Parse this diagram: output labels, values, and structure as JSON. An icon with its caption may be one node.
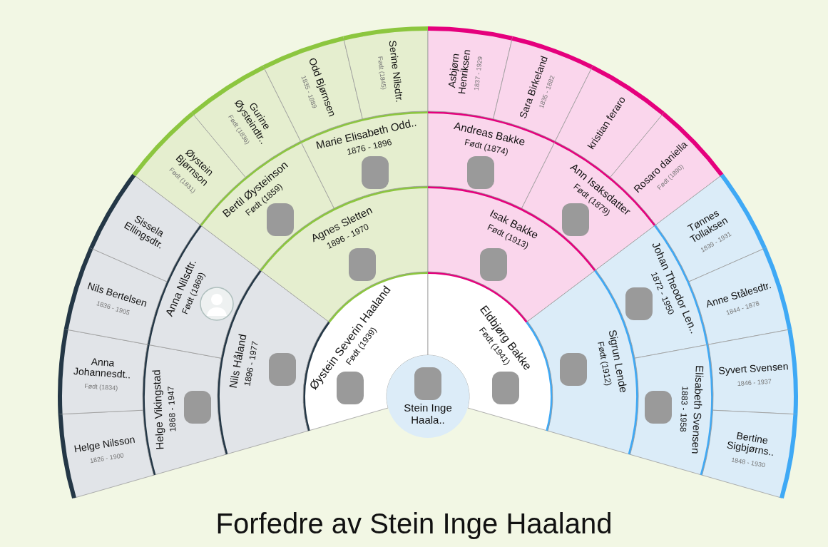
{
  "diagram": {
    "title": "Forfedre av Stein Inge Haaland",
    "nodes": [
      {
        "text": [
          "Stein Inge Haala.."
        ]
      },
      {
        "text": [
          "Øystein Severin Haaland",
          "Født (1939)"
        ]
      },
      {
        "text": [
          "Eldbjørg Bakke",
          "Født (1941)"
        ]
      },
      {
        "text": [
          "Nils Håland",
          "1896 - 1977"
        ]
      },
      {
        "text": [
          "Agnes Sletten",
          "1896 - 1970"
        ]
      },
      {
        "text": [
          "Isak Bakke",
          "Født (1913)"
        ]
      },
      {
        "text": [
          "Sigrun Lende",
          "Født (1912)"
        ]
      },
      {
        "text": [
          "Helge Vikingstad",
          "1868 - 1947"
        ]
      },
      {
        "text": [
          "Anna Nilsdtr.",
          "Født (1869)"
        ]
      },
      {
        "text": [
          "Bertil Øysteinson",
          "Født (1859)"
        ]
      },
      {
        "text": [
          "Marie Elisabeth Odd..",
          "1876 - 1896"
        ]
      },
      {
        "text": [
          "Andreas Bakke",
          "Født (1874)"
        ]
      },
      {
        "text": [
          "Ann Isaksdatter",
          "Født (1879)"
        ]
      },
      {
        "text": [
          "Johan Theodor Len..",
          "1872 - 1950"
        ]
      },
      {
        "text": [
          "Elisabeth Svensen",
          "1883 - 1958"
        ]
      },
      {
        "text": [
          "Helge Nilsson",
          "1826 - 1900"
        ]
      },
      {
        "text": [
          "Anna Johannesdt..",
          "Født (1834)"
        ]
      },
      {
        "text": [
          "Nils Bertelsen",
          "1836 - 1905"
        ]
      },
      {
        "text": [
          "Sissela Ellingsdtr."
        ]
      },
      {
        "text": [
          "Øystein Bjørnson",
          "Født (1831)"
        ]
      },
      {
        "text": [
          "Gurine Øysteindtr..",
          "Født (1836)"
        ]
      },
      {
        "text": [
          "Odd Bjørnsen",
          "1835 - 1889"
        ]
      },
      {
        "text": [
          "Serine Nilsdtr.",
          "Født (1845)"
        ]
      },
      {
        "text": [
          "Asbjørn Henriksen",
          "1837 - 1929"
        ]
      },
      {
        "text": [
          "Sara Birkeland",
          "1835 - 1882"
        ]
      },
      {
        "text": [
          "kristian feraro"
        ]
      },
      {
        "text": [
          "Rosaro daniella",
          "Født (1890)"
        ]
      },
      {
        "text": [
          "Tønnes Tollaksen",
          "1839 - 1931"
        ]
      },
      {
        "text": [
          "Anne Stålesdtr.",
          "1844 - 1878"
        ]
      },
      {
        "text": [
          "Syvert Svensen",
          "1846 - 1937"
        ]
      },
      {
        "text": [
          "Bertine Sigbjørns..",
          "1848 - 1930"
        ]
      }
    ]
  }
}
